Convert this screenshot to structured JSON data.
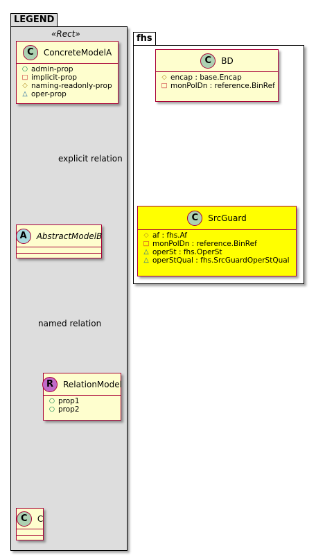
{
  "packages": {
    "legend": {
      "title": "LEGEND",
      "stereotype": "«Rect»"
    },
    "fhs": {
      "title": "fhs"
    }
  },
  "classes": {
    "concrete_model_a": {
      "kind": "C",
      "name": "ConcreteModelA",
      "attributes": [
        {
          "visibility": "public",
          "symbol": "○",
          "text": "admin-prop"
        },
        {
          "visibility": "private",
          "symbol": "□",
          "text": "implicit-prop"
        },
        {
          "visibility": "protected",
          "symbol": "◇",
          "text": "naming-readonly-prop"
        },
        {
          "visibility": "package",
          "symbol": "△",
          "text": "oper-prop"
        }
      ]
    },
    "abstract_model_b": {
      "kind": "A",
      "name": "AbstractModelB"
    },
    "relation_model": {
      "kind": "R",
      "name": "RelationModel",
      "attributes": [
        {
          "visibility": "public",
          "symbol": "○",
          "text": "prop1"
        },
        {
          "visibility": "public",
          "symbol": "○",
          "text": "prop2"
        }
      ]
    },
    "c": {
      "kind": "C",
      "name": "C"
    },
    "bd": {
      "kind": "C",
      "name": "BD",
      "attributes": [
        {
          "visibility": "protected",
          "symbol": "◇",
          "text": "encap : base.Encap"
        },
        {
          "visibility": "private",
          "symbol": "□",
          "text": "monPolDn : reference.BinRef"
        }
      ]
    },
    "src_guard": {
      "kind": "C",
      "name": "SrcGuard",
      "attributes": [
        {
          "visibility": "protected",
          "symbol": "◇",
          "text": "af : fhs.Af"
        },
        {
          "visibility": "private",
          "symbol": "□",
          "text": "monPolDn : reference.BinRef"
        },
        {
          "visibility": "package",
          "symbol": "△",
          "text": "operSt : fhs.OperSt"
        },
        {
          "visibility": "package",
          "symbol": "△",
          "text": "operStQual : fhs.SrcGuardOperStQual"
        }
      ]
    }
  },
  "relations": {
    "explicit": "explicit relation",
    "named": "named relation"
  },
  "colors": {
    "class_fill": "#fefece",
    "highlight_fill": "#ffff00",
    "class_border": "#a80036",
    "package_fill": "#dddddd"
  }
}
